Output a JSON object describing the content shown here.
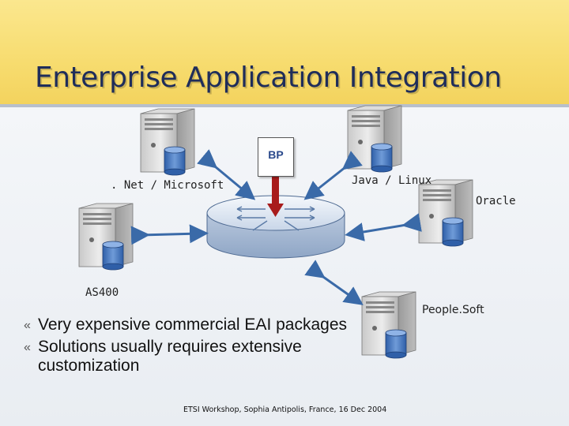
{
  "slide": {
    "title": "Enterprise Application Integration",
    "footer": "ETSI Workshop, Sophia Antipolis, France, 16 Dec 2004"
  },
  "diagram": {
    "bp_label": "BP",
    "servers": {
      "net": ". Net / Microsoft",
      "java": "Java / Linux",
      "oracle": "Oracle",
      "as400": "AS400",
      "peoplesoft": "People.Soft"
    }
  },
  "bullets": [
    "Very expensive commercial EAI packages",
    "Solutions usually requires extensive customization"
  ],
  "colors": {
    "banner": "#f7dc6f",
    "title": "#1f2d5a",
    "arrow": "#3a6aa8",
    "bp_arrow": "#a81c1c"
  }
}
